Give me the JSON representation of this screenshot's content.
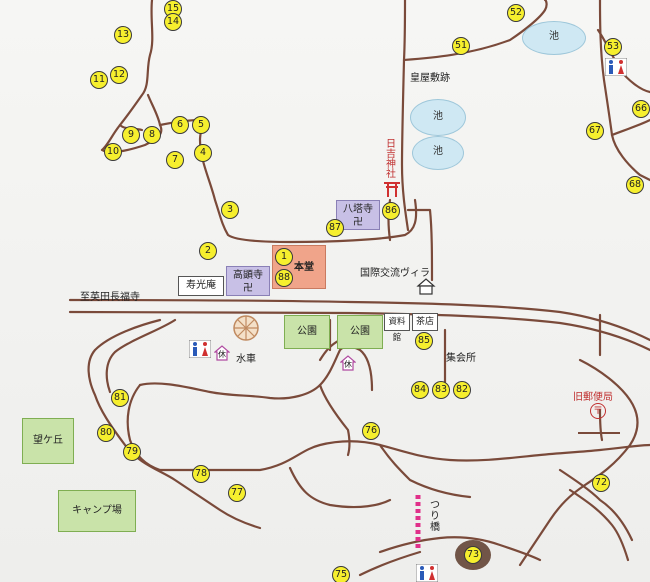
{
  "stops": {
    "s1": "1",
    "s2": "2",
    "s3": "3",
    "s4": "4",
    "s5": "5",
    "s6": "6",
    "s7": "7",
    "s8": "8",
    "s9": "9",
    "s10": "10",
    "s11": "11",
    "s12": "12",
    "s13": "13",
    "s14": "14",
    "s15": "15",
    "s51": "51",
    "s52": "52",
    "s53": "53",
    "s66": "66",
    "s67": "67",
    "s68": "68",
    "s72": "72",
    "s73": "73",
    "s75": "75",
    "s76": "76",
    "s77": "77",
    "s78": "78",
    "s79": "79",
    "s80": "80",
    "s81": "81",
    "s82": "82",
    "s83": "83",
    "s84": "84",
    "s85": "85",
    "s86": "86",
    "s87": "87",
    "s88": "88"
  },
  "places": {
    "pond": "池",
    "kouya_site": "皇屋敷跡",
    "hiyoshi_shrine": "日吉神社",
    "hattaji": "八塔寺",
    "kokenji": "高顕寺",
    "hondo": "本堂",
    "jukoan": "寿光庵",
    "villa": "国際交流ヴィラ",
    "to_fukuji": "至英田長福寺",
    "park": "公園",
    "archives": "資料館",
    "teahouse": "茶店",
    "meeting_hall": "集会所",
    "watermill": "水車",
    "rest": "休",
    "old_post_office": "旧郵便局",
    "nozomigaoka": "望ケ丘",
    "campground": "キャンプ場",
    "suspension_bridge": "つり橋"
  },
  "symbols": {
    "temple_mark": "卍",
    "post_mark": "〒"
  },
  "colors": {
    "road": "#7a4a3a",
    "pond": "#cfe8f3",
    "park": "#c9e3a9",
    "temple": "#c8c0e6",
    "stop": "#f6ef2e",
    "torii": "#d03030",
    "bridge": "#e0308a"
  },
  "icons": [
    "torii-icon",
    "toilet-icon",
    "rest-house-icon",
    "watermill-icon",
    "post-office-icon",
    "house-icon"
  ]
}
